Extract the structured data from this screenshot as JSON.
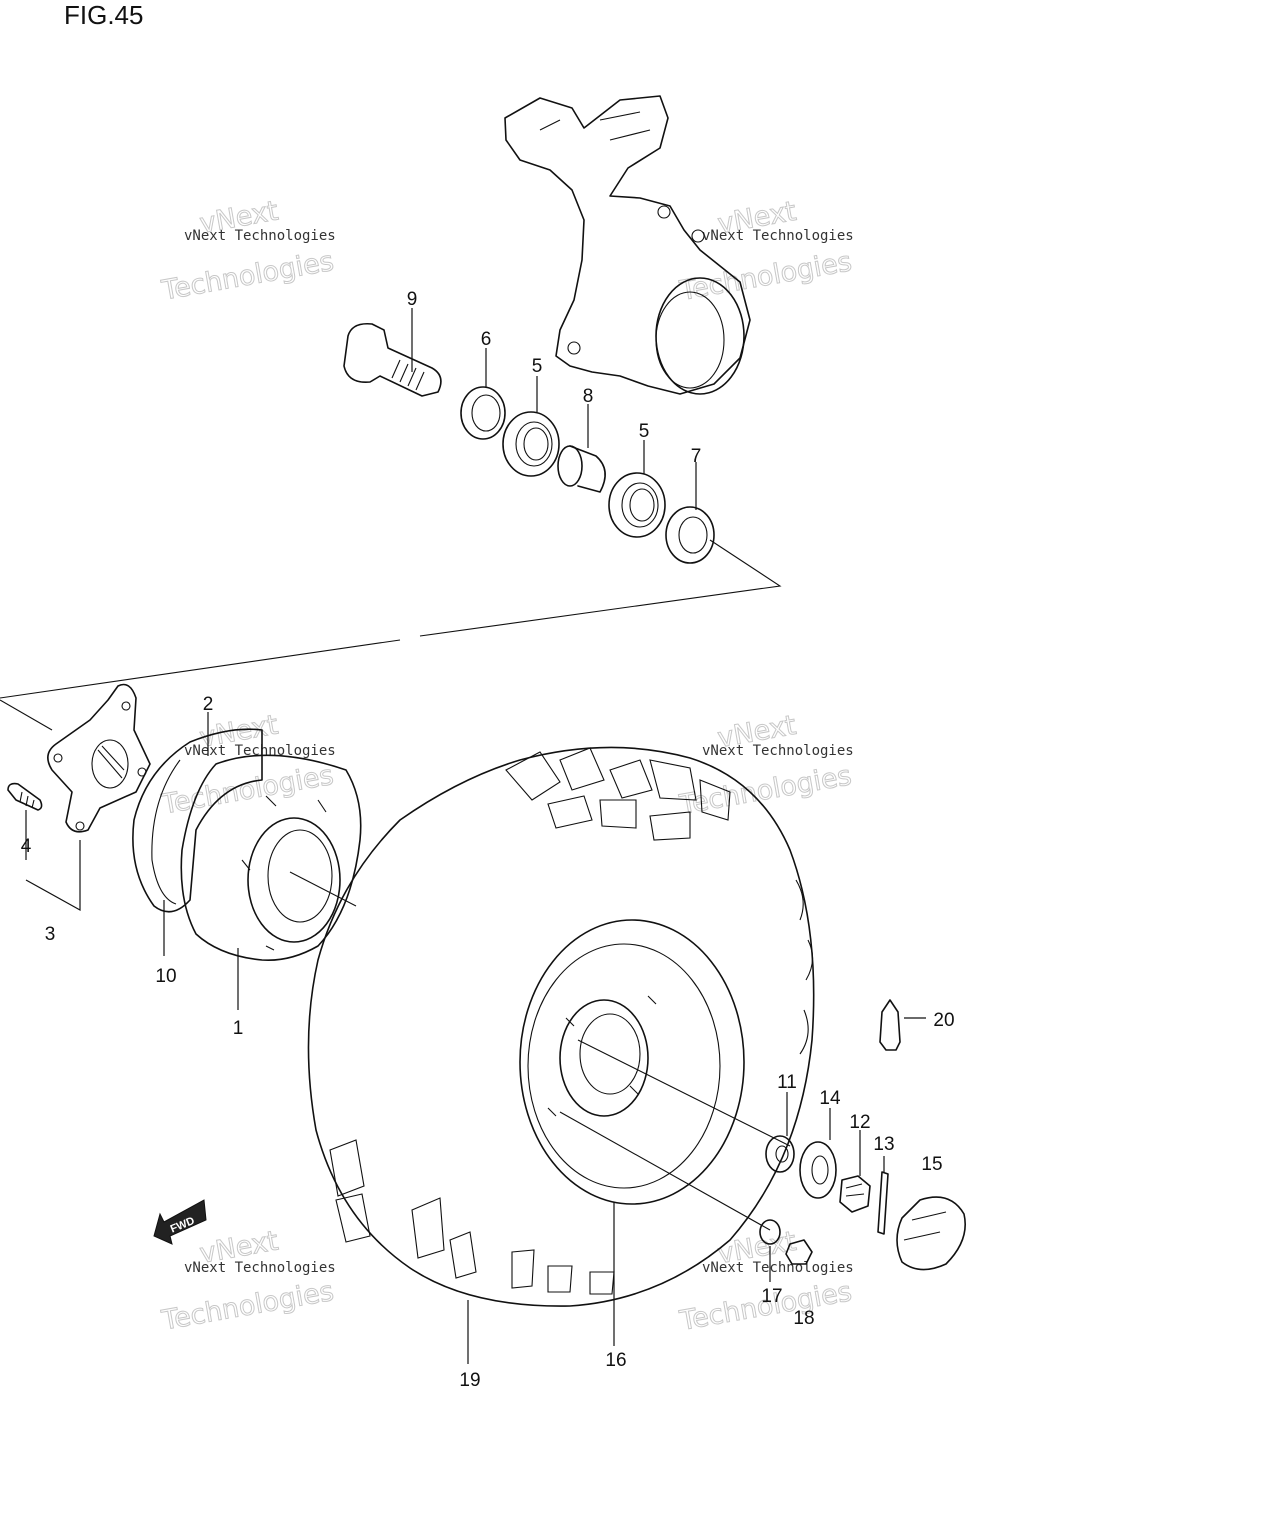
{
  "figure": {
    "title": "FIG.45"
  },
  "callouts": [
    {
      "id": "c9",
      "label": "9"
    },
    {
      "id": "c6",
      "label": "6"
    },
    {
      "id": "c5a",
      "label": "5"
    },
    {
      "id": "c8",
      "label": "8"
    },
    {
      "id": "c5b",
      "label": "5"
    },
    {
      "id": "c7",
      "label": "7"
    },
    {
      "id": "c2",
      "label": "2"
    },
    {
      "id": "c4",
      "label": "4"
    },
    {
      "id": "c3",
      "label": "3"
    },
    {
      "id": "c10",
      "label": "10"
    },
    {
      "id": "c1",
      "label": "1"
    },
    {
      "id": "c20",
      "label": "20"
    },
    {
      "id": "c11",
      "label": "11"
    },
    {
      "id": "c14",
      "label": "14"
    },
    {
      "id": "c12",
      "label": "12"
    },
    {
      "id": "c13",
      "label": "13"
    },
    {
      "id": "c15",
      "label": "15"
    },
    {
      "id": "c17",
      "label": "17"
    },
    {
      "id": "c18",
      "label": "18"
    },
    {
      "id": "c16",
      "label": "16"
    },
    {
      "id": "c19",
      "label": "19"
    }
  ],
  "fwd_marker": {
    "label": "FWD"
  },
  "watermark": {
    "line_top": "vNext",
    "line_mid": "vNext Technologies",
    "line_big": "Technologies"
  }
}
